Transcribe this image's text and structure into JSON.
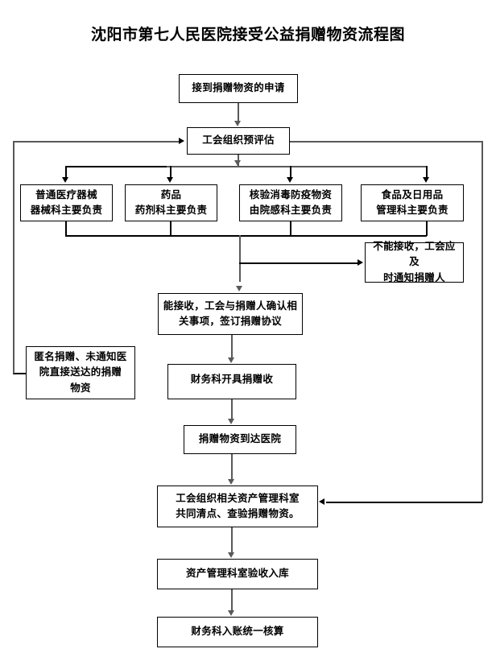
{
  "title": "沈阳市第七人民医院接受公益捐赠物资流程图",
  "nodes": {
    "apply": "接到捐赠物资的申请",
    "preassess": "工会组织预评估",
    "cat_device_l1": "普通医疗器械",
    "cat_device_l2": "器械科主要负责",
    "cat_drug_l1": "药品",
    "cat_drug_l2": "药剂科主要负责",
    "cat_disinfect_l1": "核验消毒防疫物资",
    "cat_disinfect_l2": "由院感科主要负责",
    "cat_food_l1": "食品及日用品",
    "cat_food_l2": "管理科主要负责",
    "reject_l1": "不能接收，工会应及",
    "reject_l2": "时通知捐赠人",
    "accept_l1": "能接收，工会与捐赠人确认相",
    "accept_l2": "关事项，签订捐赠协议",
    "anonymous_l1": "匿名捐赠、未通知医",
    "anonymous_l2": "院直接送达的捐赠",
    "anonymous_l3": "物资",
    "receipt": "财务科开具捐赠收",
    "arrival": "捐赠物资到达医院",
    "inventory_l1": "工会组织相关资产管理科室",
    "inventory_l2": "共同清点、查验捐赠物资。",
    "warehouse": "资产管理科室验收入库",
    "accounting": "财务科入账统一核算"
  },
  "colors": {
    "border": "#000000",
    "connector": "#595959",
    "background": "#ffffff",
    "text": "#000000"
  }
}
